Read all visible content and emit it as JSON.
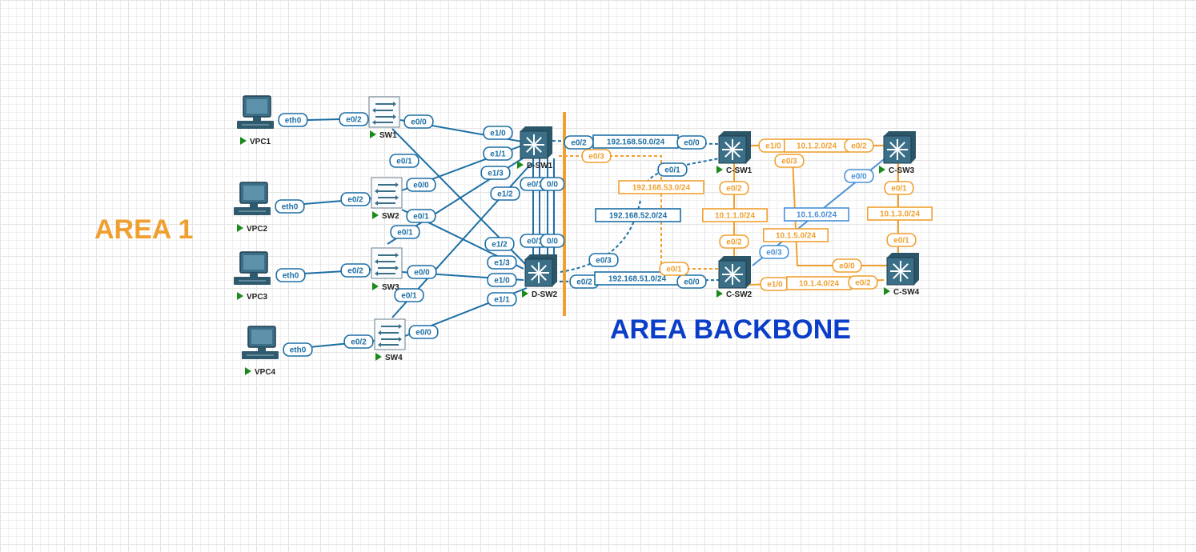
{
  "areas": {
    "area1": "AREA 1",
    "backbone": "AREA BACKBONE"
  },
  "colors": {
    "area1": "#f0a030",
    "backbone": "#0a3dc8",
    "area1_link": "#1d6fa5",
    "backbone_link": "#f0a030",
    "light_link": "#4a90d9",
    "device": "#3b6f88",
    "start_arrow": "#1a8a1a"
  },
  "nodes": {
    "vpc1": "VPC1",
    "vpc2": "VPC2",
    "vpc3": "VPC3",
    "vpc4": "VPC4",
    "sw1": "SW1",
    "sw2": "SW2",
    "sw3": "SW3",
    "sw4": "SW4",
    "dsw1": "D-SW1",
    "dsw2": "D-SW2",
    "csw1": "C-SW1",
    "csw2": "C-SW2",
    "csw3": "C-SW3",
    "csw4": "C-SW4"
  },
  "interfaces": {
    "vpc1_eth0": "eth0",
    "sw1_e02": "e0/2",
    "sw1_e00": "e0/0",
    "sw1_e01": "e0/1",
    "vpc2_eth0": "eth0",
    "sw2_e02": "e0/2",
    "sw2_e00": "e0/0",
    "sw2_e01": "e0/1",
    "vpc3_eth0": "eth0",
    "sw3_e02": "e0/2",
    "sw3_e00": "e0/0",
    "sw3_e01": "e0/1",
    "vpc4_eth0": "eth0",
    "sw4_e02": "e0/2",
    "sw4_e00": "e0/0",
    "sw4_e01": "e0/1",
    "dsw1_e10": "e1/0",
    "dsw1_e11": "e1/1",
    "dsw1_e13": "e1/3",
    "dsw1_e12": "e1/2",
    "dsw1_e01": "e0/1",
    "dsw1_e00": "0/0",
    "dsw1_e02": "e0/2",
    "dsw1_e03": "e0/3",
    "dsw2_e12": "e1/2",
    "dsw2_e13": "e1/3",
    "dsw2_e10": "e1/0",
    "dsw2_e11": "e1/1",
    "dsw2_e01": "e0/1",
    "dsw2_e00": "0/0",
    "dsw2_e03": "e0/3",
    "dsw2_e02": "e0/2",
    "csw1_e00": "e0/0",
    "csw1_e01": "e0/1",
    "csw1_e10": "e1/0",
    "csw1_e03": "e0/3",
    "csw1_e02": "e0/2",
    "csw2_e00": "e0/0",
    "csw2_e01": "e0/1",
    "csw2_e02": "e0/2",
    "csw2_e03": "e0/3",
    "csw2_e10": "e1/0",
    "csw3_e02": "e0/2",
    "csw3_e00": "e0/0",
    "csw3_e01": "e0/1",
    "csw4_e01": "e0/1",
    "csw4_e00": "e0/0",
    "csw4_e02": "e0/2"
  },
  "subnets": {
    "s50": "192.168.50.0/24",
    "s51": "192.168.51.0/24",
    "s52": "192.168.52.0/24",
    "s53": "192.168.53.0/24",
    "s1": "10.1.1.0/24",
    "s2": "10.1.2.0/24",
    "s3": "10.1.3.0/24",
    "s4": "10.1.4.0/24",
    "s5": "10.1.5.0/24",
    "s6": "10.1.6.0/24"
  }
}
